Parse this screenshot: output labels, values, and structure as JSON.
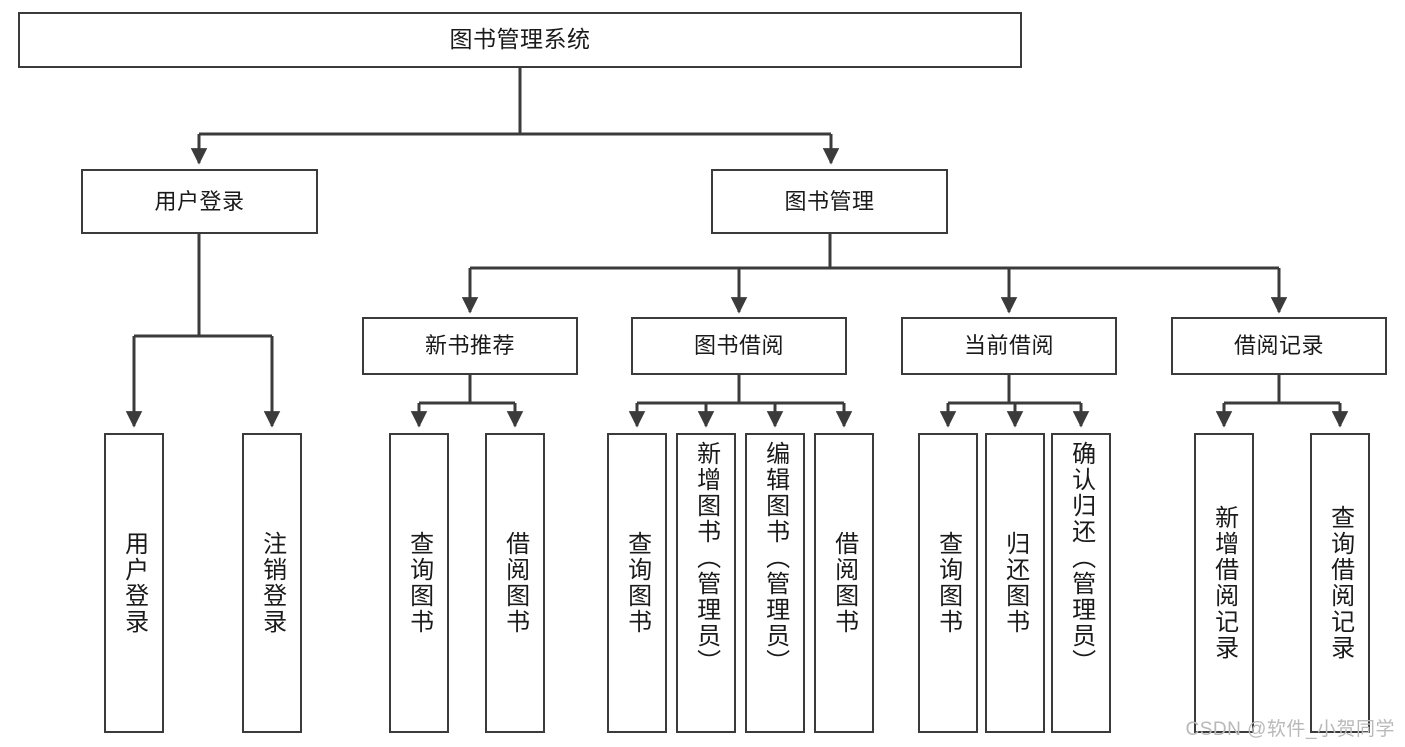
{
  "diagram": {
    "title": "图书管理系统",
    "type": "hierarchy-tree",
    "root": {
      "label": "图书管理系统"
    },
    "level2": [
      {
        "label": "用户登录"
      },
      {
        "label": "图书管理"
      }
    ],
    "level3": [
      {
        "label": "新书推荐"
      },
      {
        "label": "图书借阅"
      },
      {
        "label": "当前借阅"
      },
      {
        "label": "借阅记录"
      }
    ],
    "leaves": {
      "user_login": [
        {
          "label": "用户登录"
        },
        {
          "label": "注销登录"
        }
      ],
      "new_book_recommend": [
        {
          "label": "查询图书"
        },
        {
          "label": "借阅图书"
        }
      ],
      "book_borrow": [
        {
          "label": "查询图书"
        },
        {
          "label": "新增图书（管理员）"
        },
        {
          "label": "编辑图书（管理员）"
        },
        {
          "label": "借阅图书"
        }
      ],
      "current_borrow": [
        {
          "label": "查询图书"
        },
        {
          "label": "归还图书"
        },
        {
          "label": "确认归还（管理员）"
        }
      ],
      "borrow_record": [
        {
          "label": "新增借阅记录"
        },
        {
          "label": "查询借阅记录"
        }
      ]
    }
  },
  "watermark": {
    "text": "CSDN @软件_小贺同学"
  },
  "colors": {
    "stroke": "#3b3b3b",
    "background": "#ffffff",
    "text": "#1a1a1a",
    "watermark": "#b9b9b9"
  }
}
